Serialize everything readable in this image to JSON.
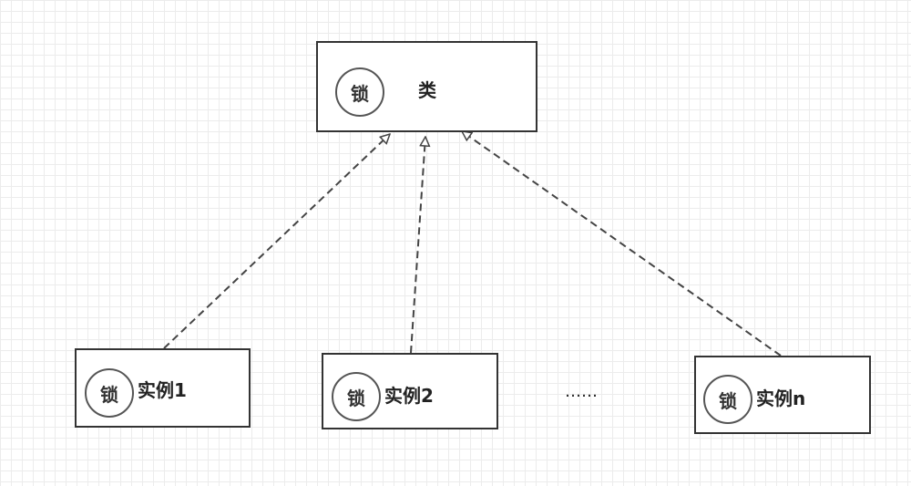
{
  "colors": {
    "line": "#444444",
    "box_border": "#333333",
    "grid": "#ececec"
  },
  "class_node": {
    "lock": "锁",
    "label": "类"
  },
  "instances": [
    {
      "lock": "锁",
      "label": "实例1"
    },
    {
      "lock": "锁",
      "label": "实例2"
    },
    {
      "lock": "锁",
      "label": "实例n"
    }
  ],
  "ellipsis": "……"
}
